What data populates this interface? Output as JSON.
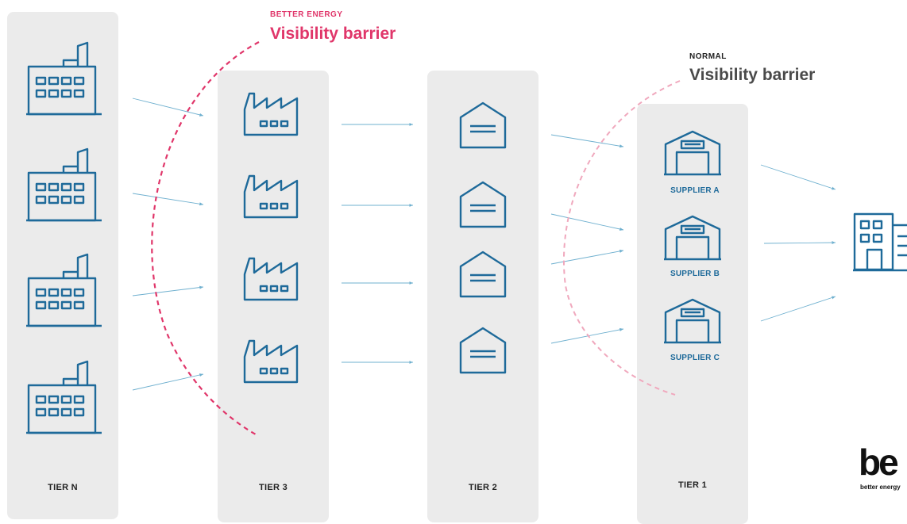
{
  "tiers": {
    "n": "TIER N",
    "t3": "TIER 3",
    "t2": "TIER 2",
    "t1": "TIER 1"
  },
  "suppliers": [
    "SUPPLIER A",
    "SUPPLIER B",
    "SUPPLIER C"
  ],
  "barrier_better": {
    "kicker": "BETTER ENERGY",
    "title": "Visibility barrier",
    "color": "#e0366a"
  },
  "barrier_normal": {
    "kicker": "NORMAL",
    "title": "Visibility barrier",
    "color": "#f0a8bd"
  },
  "logo": {
    "mark": "be",
    "text": "better energy"
  },
  "icons": {
    "tier_n": "factory-building-icon",
    "tier_3": "factory-icon",
    "tier_2": "warehouse-icon",
    "tier_1": "supplier-warehouse-icon",
    "destination": "office-building-icon"
  },
  "colors": {
    "icon": "#1e6a9a",
    "arrow": "#6fb0cf",
    "column": "#ebebeb"
  }
}
